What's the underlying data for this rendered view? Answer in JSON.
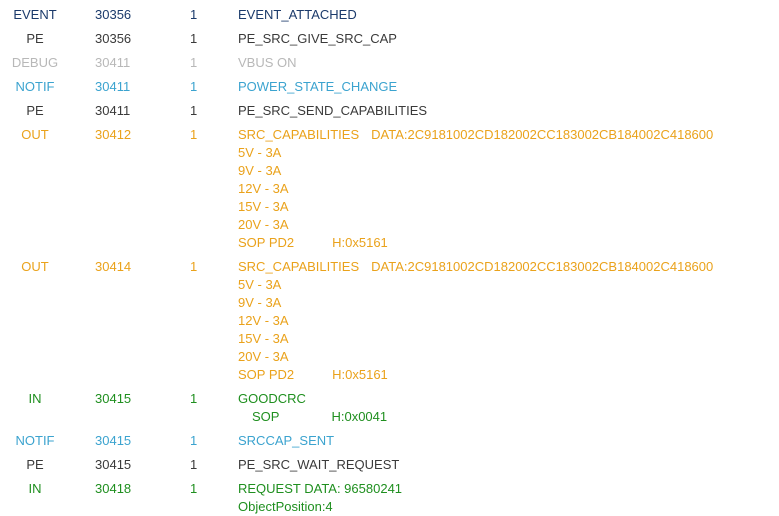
{
  "colors": {
    "event": "#1b3a6b",
    "pe": "#3a3a3a",
    "debug": "#b8b8b8",
    "notif": "#3ba3cf",
    "out": "#eaa21b",
    "in": "#1f8f1f",
    "background": "#ffffff"
  },
  "rows": [
    {
      "type": "EVENT",
      "time": "30356",
      "port": "1",
      "message": "EVENT_ATTACHED"
    },
    {
      "type": "PE",
      "time": "30356",
      "port": "1",
      "message": "PE_SRC_GIVE_SRC_CAP"
    },
    {
      "type": "DEBUG",
      "time": "30411",
      "port": "1",
      "message": "VBUS ON"
    },
    {
      "type": "NOTIF",
      "time": "30411",
      "port": "1",
      "message": "POWER_STATE_CHANGE"
    },
    {
      "type": "PE",
      "time": "30411",
      "port": "1",
      "message": "PE_SRC_SEND_CAPABILITIES"
    },
    {
      "type": "OUT",
      "time": "30412",
      "port": "1",
      "message": "SRC_CAPABILITIES",
      "data": "DATA:2C9181002CD182002CC183002CB184002C418600",
      "pdos": [
        "5V - 3A",
        "9V - 3A",
        "12V - 3A",
        "15V - 3A",
        "20V - 3A"
      ],
      "sop": "SOP PD2",
      "header": "H:0x5161"
    },
    {
      "type": "OUT",
      "time": "30414",
      "port": "1",
      "message": "SRC_CAPABILITIES",
      "data": "DATA:2C9181002CD182002CC183002CB184002C418600",
      "pdos": [
        "5V - 3A",
        "9V - 3A",
        "12V - 3A",
        "15V - 3A",
        "20V - 3A"
      ],
      "sop": "SOP PD2",
      "header": "H:0x5161"
    },
    {
      "type": "IN",
      "time": "30415",
      "port": "1",
      "message": "GOODCRC",
      "sop": "SOP",
      "header": "H:0x0041"
    },
    {
      "type": "NOTIF",
      "time": "30415",
      "port": "1",
      "message": "SRCCAP_SENT"
    },
    {
      "type": "PE",
      "time": "30415",
      "port": "1",
      "message": "PE_SRC_WAIT_REQUEST"
    },
    {
      "type": "IN",
      "time": "30418",
      "port": "1",
      "message": "REQUEST DATA: 96580241",
      "detail": "ObjectPosition:4"
    }
  ]
}
